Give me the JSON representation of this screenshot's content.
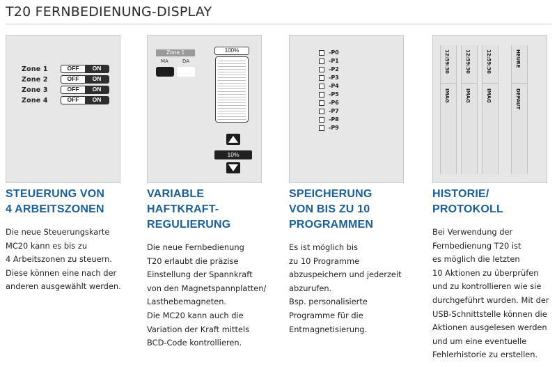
{
  "title": "T20 FERNBEDIENUNG-DISPLAY",
  "colors": {
    "heading": "#1a5f9a",
    "panel_bg": "#e7e7e8",
    "dark": "#1d1d1d"
  },
  "panel1": {
    "zones": [
      {
        "label": "Zone 1",
        "off": "OFF",
        "on": "ON"
      },
      {
        "label": "Zone 2",
        "off": "OFF",
        "on": "ON"
      },
      {
        "label": "Zone 3",
        "off": "OFF",
        "on": "ON"
      },
      {
        "label": "Zone 4",
        "off": "OFF",
        "on": "ON"
      }
    ]
  },
  "panel2": {
    "zone_label": "Zone 1",
    "ma": "MA",
    "da": "DA",
    "max_percent": "100%",
    "step_percent": "10%",
    "up_icon": "arrow-up-icon",
    "down_icon": "arrow-down-icon"
  },
  "panel3": {
    "programs": [
      "-P0",
      "-P1",
      "-P2",
      "-P3",
      "-P4",
      "-P5",
      "-P6",
      "-P7",
      "-P8",
      "-P9"
    ]
  },
  "panel4": {
    "columns": [
      {
        "top": "12:59:30",
        "bottom": "IMAG"
      },
      {
        "top": "12:59:30",
        "bottom": "IMAG"
      },
      {
        "top": "12:59:30",
        "bottom": "IMAG"
      },
      {
        "top": "HEURE",
        "bottom": "DEFAUT"
      }
    ]
  },
  "sections": [
    {
      "heading_lines": [
        "STEUERUNG VON",
        "4 ARBEITSZONEN"
      ],
      "body_lines": [
        "Die neue Steuerungskarte",
        "MC20 kann es bis zu",
        "4  Arbeitszonen zu steuern.",
        "Diese können eine nach der",
        "anderen ausgewählt werden."
      ]
    },
    {
      "heading_lines": [
        "VARIABLE",
        "HAFTKRAFT-",
        "REGULIERUNG"
      ],
      "body_lines": [
        "Die neue Fernbedienung",
        "T20 erlaubt die präzise",
        "Einstellung der Spannkraft",
        "von den Magnetspannplatten/",
        "Lasthebemagneten.",
        "Die MC20 kann auch die",
        "Variation der Kraft mittels",
        "BCD-Code kontrollieren."
      ]
    },
    {
      "heading_lines": [
        "SPEICHERUNG",
        "VON BIS ZU 10",
        "PROGRAMMEN"
      ],
      "body_lines": [
        "Es ist möglich bis",
        "zu 10 Programme",
        "abzuspeichern und jederzeit",
        "abzurufen.",
        "Bsp. personalisierte",
        "Programme für die",
        "Entmagnetisierung."
      ]
    },
    {
      "heading_lines": [
        "HISTORIE/",
        "PROTOKOLL"
      ],
      "body_lines": [
        "Bei Verwendung der",
        "Fernbedienung T20 ist",
        "es möglich die letzten",
        "10 Aktionen zu überprüfen",
        "und zu kontrollieren wie sie",
        "durchgeführt wurden. Mit der",
        "USB-Schnittstelle können die",
        "Aktionen ausgelesen werden",
        "und um eine eventuelle",
        "Fehlerhistorie zu erstellen."
      ]
    }
  ]
}
